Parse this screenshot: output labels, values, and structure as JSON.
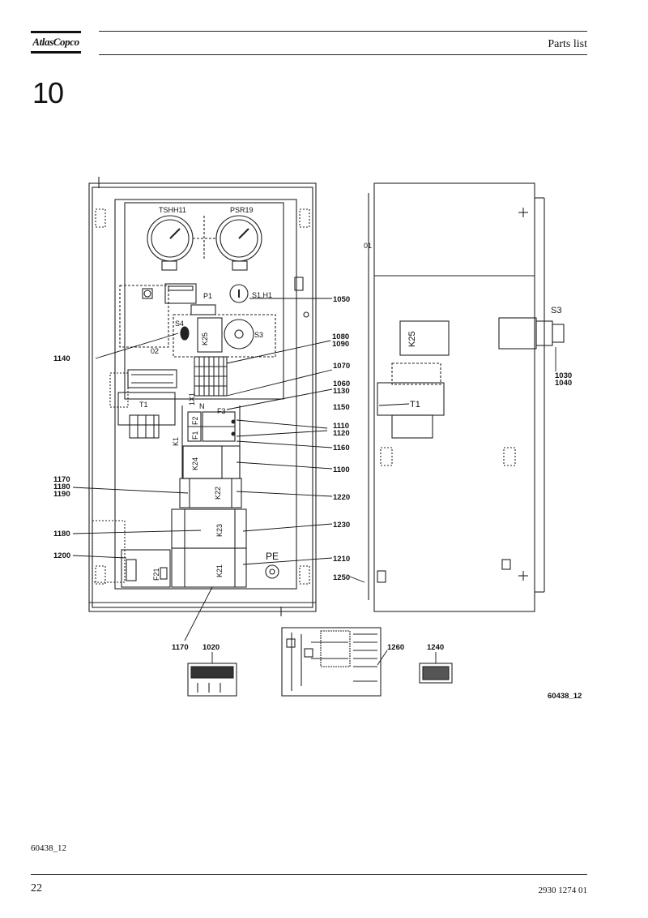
{
  "header": {
    "logo_text": "AtlasCopco",
    "title": "Parts list"
  },
  "section_number": "10",
  "diagram": {
    "figure_id": "60438_12",
    "component_labels": {
      "gauge_left": "TSHH11",
      "gauge_right": "PSR19",
      "p1": "P1",
      "s1h1": "S1,H1",
      "s4": "S4",
      "k25": "K25",
      "s3": "S3",
      "o2": "02",
      "x1": "1X1",
      "t1": "T1",
      "n": "N",
      "f3": "F3",
      "f2": "F2",
      "f1": "F1",
      "k1": "K1",
      "k24": "K24",
      "k22": "K22",
      "k23": "K23",
      "k21": "K21",
      "f21": "F21",
      "pe": "PE",
      "side_k25": "K25",
      "side_t1": "T1",
      "side_s3": "S3",
      "side_o1": "01"
    },
    "callouts": {
      "c1050": "1050",
      "c1080": "1080",
      "c1090": "1090",
      "c1140": "1140",
      "c1070": "1070",
      "c1060": "1060",
      "c1130": "1130",
      "c1150": "1150",
      "c1110": "1110",
      "c1120": "1120",
      "c1160": "1160",
      "c1100": "1100",
      "c1170a": "1170",
      "c1180a": "1180",
      "c1190": "1190",
      "c1220": "1220",
      "c1180b": "1180",
      "c1230": "1230",
      "c1200": "1200",
      "c1210": "1210",
      "c1250": "1250",
      "c1030": "1030",
      "c1040": "1040",
      "c1170b": "1170",
      "c1020": "1020",
      "c1260": "1260",
      "c1240": "1240"
    }
  },
  "footer": {
    "figure_id": "60438_12",
    "page_number": "22",
    "document_number": "2930 1274 01"
  }
}
